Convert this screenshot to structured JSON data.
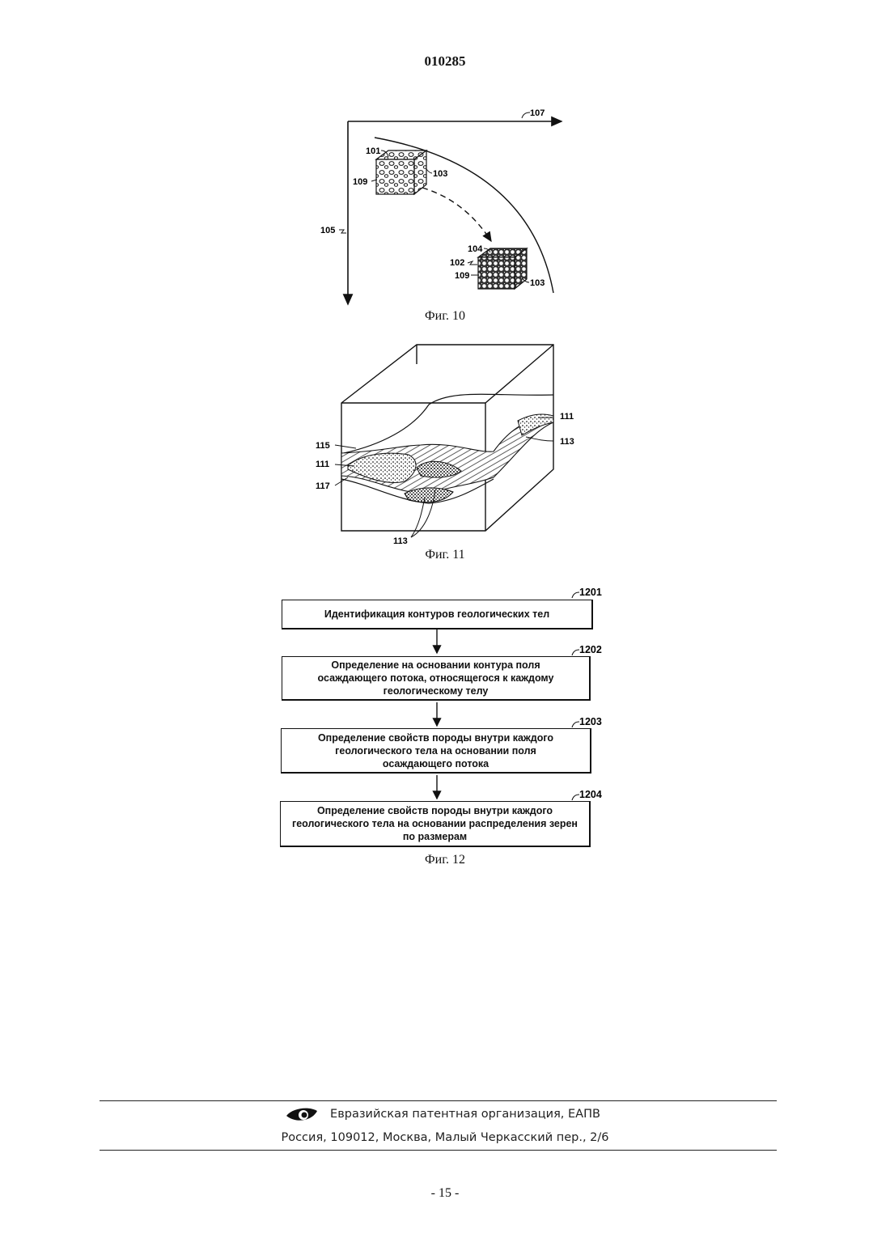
{
  "document_number": "010285",
  "figures": {
    "fig10": {
      "caption": "Фиг. 10",
      "labels": [
        "107",
        "101",
        "109",
        "103",
        "105",
        "104",
        "102",
        "109",
        "103"
      ]
    },
    "fig11": {
      "caption": "Фиг. 11",
      "labels": [
        "111",
        "113",
        "115",
        "111",
        "117",
        "113"
      ]
    },
    "fig12": {
      "caption": "Фиг. 12",
      "steps": [
        {
          "ref": "1201",
          "text": "Идентификация контуров геологических тел"
        },
        {
          "ref": "1202",
          "text": "Определение на основании контура поля осаждающего потока, относящегося к каждому геологическому телу"
        },
        {
          "ref": "1203",
          "text": "Определение свойств породы внутри каждого геологического тела на основании поля осаждающего потока"
        },
        {
          "ref": "1204",
          "text": "Определение свойств породы внутри каждого геологического тела на основании распределения зерен по размерам"
        }
      ]
    }
  },
  "footer": {
    "organization": "Евразийская патентная организация, ЕАПВ",
    "address": "Россия, 109012, Москва, Малый Черкасский пер., 2/6",
    "logo_icon": "eapo-eye-logo-icon"
  },
  "page_number": "- 15 -"
}
